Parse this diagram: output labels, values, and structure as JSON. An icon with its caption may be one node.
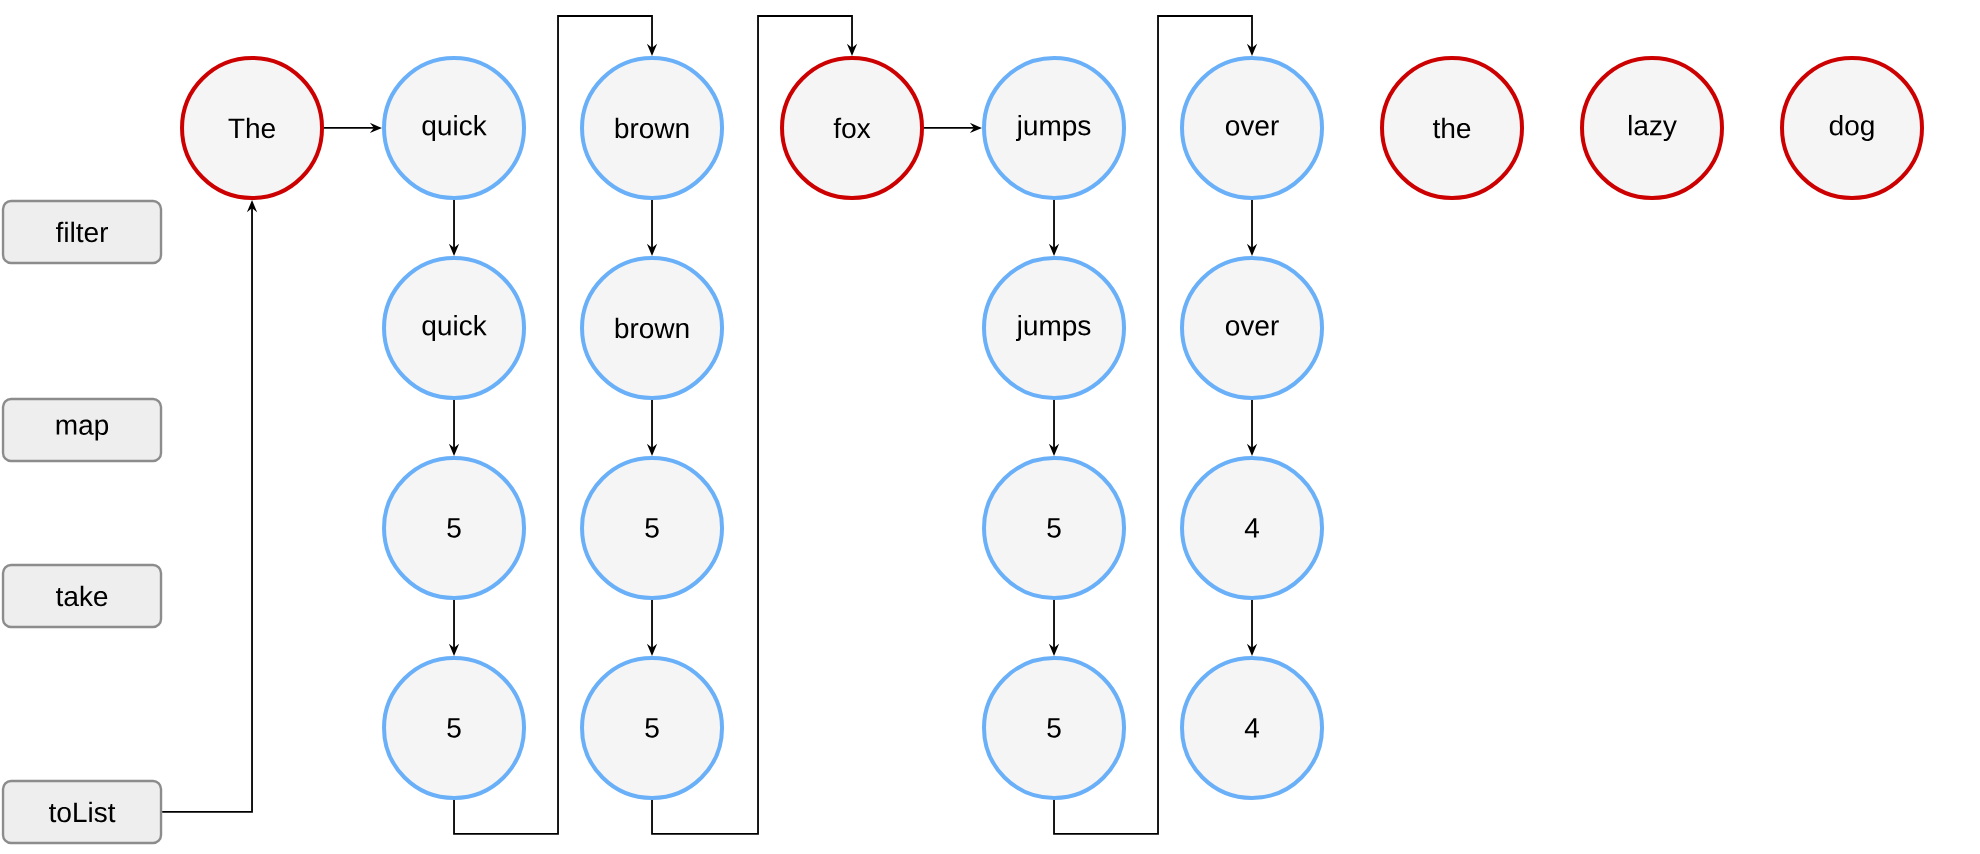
{
  "diagram": {
    "nodes": [
      {
        "text": [
          "filter"
        ]
      },
      {
        "text": [
          "map"
        ]
      },
      {
        "text": [
          "take"
        ]
      },
      {
        "text": [
          "toList"
        ]
      },
      {
        "text": [
          "The"
        ]
      },
      {
        "text": [
          "quick"
        ]
      },
      {
        "text": [
          "brown"
        ]
      },
      {
        "text": [
          "fox"
        ]
      },
      {
        "text": [
          "jumps"
        ]
      },
      {
        "text": [
          "over"
        ]
      },
      {
        "text": [
          "the"
        ]
      },
      {
        "text": [
          "lazy"
        ]
      },
      {
        "text": [
          "dog"
        ]
      },
      {
        "text": [
          "quick"
        ]
      },
      {
        "text": [
          "5"
        ]
      },
      {
        "text": [
          "5"
        ]
      },
      {
        "text": [
          "brown"
        ]
      },
      {
        "text": [
          "5"
        ]
      },
      {
        "text": [
          "5"
        ]
      },
      {
        "text": [
          "jumps"
        ]
      },
      {
        "text": [
          "5"
        ]
      },
      {
        "text": [
          "5"
        ]
      },
      {
        "text": [
          "over"
        ]
      },
      {
        "text": [
          "4"
        ]
      },
      {
        "text": [
          "4"
        ]
      }
    ],
    "edges": [
      {
        "from": 3,
        "to": 4,
        "arrow": "to"
      },
      {
        "from": 4,
        "to": 5,
        "arrow": "to"
      },
      {
        "from": 5,
        "to": 13,
        "arrow": "to"
      },
      {
        "from": 13,
        "to": 14,
        "arrow": "to"
      },
      {
        "from": 14,
        "to": 15,
        "arrow": "to"
      },
      {
        "from": 15,
        "to": 6,
        "arrow": "to"
      },
      {
        "from": 6,
        "to": 16,
        "arrow": "to"
      },
      {
        "from": 16,
        "to": 17,
        "arrow": "to"
      },
      {
        "from": 17,
        "to": 18,
        "arrow": "to"
      },
      {
        "from": 18,
        "to": 7,
        "arrow": "to"
      },
      {
        "from": 7,
        "to": 8,
        "arrow": "to"
      },
      {
        "from": 8,
        "to": 19,
        "arrow": "to"
      },
      {
        "from": 19,
        "to": 20,
        "arrow": "to"
      },
      {
        "from": 20,
        "to": 21,
        "arrow": "to"
      },
      {
        "from": 21,
        "to": 9,
        "arrow": "to"
      },
      {
        "from": 9,
        "to": 22,
        "arrow": "to"
      },
      {
        "from": 22,
        "to": 23,
        "arrow": "to"
      },
      {
        "from": 23,
        "to": 24,
        "arrow": "to"
      }
    ]
  }
}
